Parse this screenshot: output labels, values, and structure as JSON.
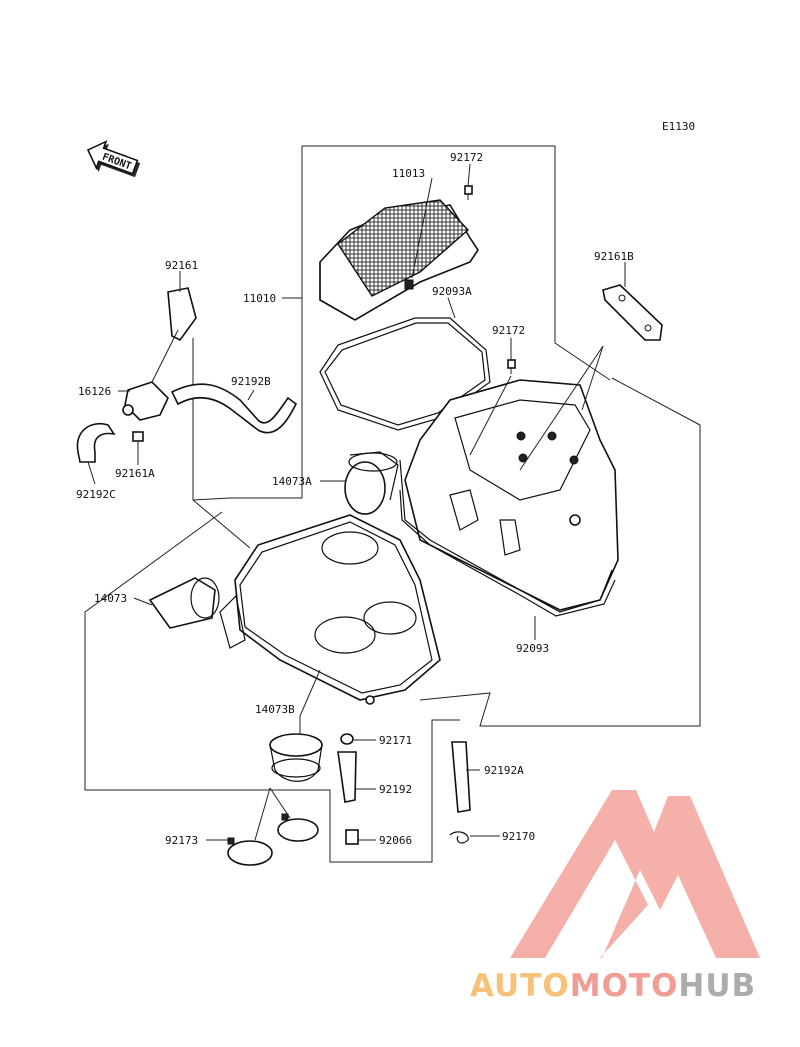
{
  "diagram_code": "E1130",
  "front_label": "FRONT",
  "labels": [
    {
      "id": "11013",
      "text": "11013"
    },
    {
      "id": "92172_top",
      "text": "92172"
    },
    {
      "id": "11010",
      "text": "11010"
    },
    {
      "id": "92093A",
      "text": "92093A"
    },
    {
      "id": "92161",
      "text": "92161"
    },
    {
      "id": "92161B",
      "text": "92161B"
    },
    {
      "id": "92172_mid",
      "text": "92172"
    },
    {
      "id": "16126",
      "text": "16126"
    },
    {
      "id": "92192B",
      "text": "92192B"
    },
    {
      "id": "92161A",
      "text": "92161A"
    },
    {
      "id": "92192C",
      "text": "92192C"
    },
    {
      "id": "14073A",
      "text": "14073A"
    },
    {
      "id": "14073",
      "text": "14073"
    },
    {
      "id": "92093",
      "text": "92093"
    },
    {
      "id": "14073B",
      "text": "14073B"
    },
    {
      "id": "92171",
      "text": "92171"
    },
    {
      "id": "92192A",
      "text": "92192A"
    },
    {
      "id": "92192",
      "text": "92192"
    },
    {
      "id": "92173",
      "text": "92173"
    },
    {
      "id": "92066",
      "text": "92066"
    },
    {
      "id": "92170",
      "text": "92170"
    }
  ],
  "watermark": {
    "text_part1": "AUTO",
    "text_part2": "MOTO",
    "text_part3": "HUB",
    "color1": "#f4b860",
    "color2": "#f28b82",
    "color3": "#9e9e9e",
    "triangle_color": "#f4a29b"
  }
}
